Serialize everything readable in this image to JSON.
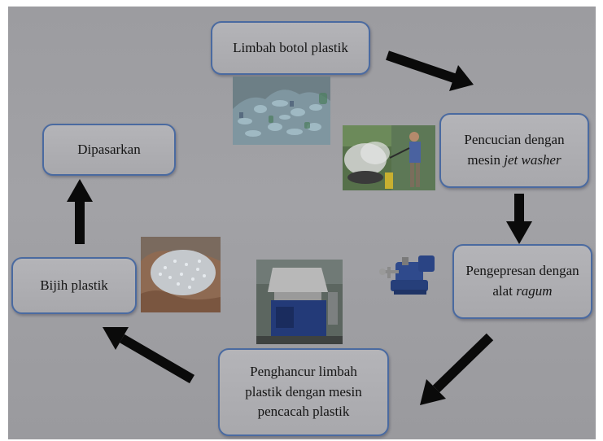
{
  "diagram": {
    "nodes": {
      "limbah": {
        "text": "Limbah botol plastik"
      },
      "pencucian": {
        "line1": "Pencucian dengan",
        "line2_prefix": "mesin ",
        "line2_italic": "jet washer"
      },
      "pengepresan": {
        "line1": "Pengepresan dengan",
        "line2_prefix": "alat ",
        "line2_italic": "ragum"
      },
      "penghancur": {
        "line1": "Penghancur limbah",
        "line2": "plastik dengan mesin",
        "line3": "pencacah plastik"
      },
      "bijih": {
        "text": "Bijih plastik"
      },
      "dipasarkan": {
        "text": "Dipasarkan"
      }
    },
    "flow": [
      "limbah",
      "pencucian",
      "pengepresan",
      "penghancur",
      "bijih",
      "dipasarkan"
    ],
    "photos": [
      "plastic-bottle-pile-photo",
      "jet-washer-cleaning-photo",
      "bench-vise-photo",
      "plastic-shredder-machine-photo",
      "plastic-pellets-in-hand-photo"
    ],
    "colors": {
      "background": "#9f9fa3",
      "node_fill": "#aeaeb2",
      "node_border": "#4a6aa0",
      "arrow": "#0a0a0a"
    }
  }
}
